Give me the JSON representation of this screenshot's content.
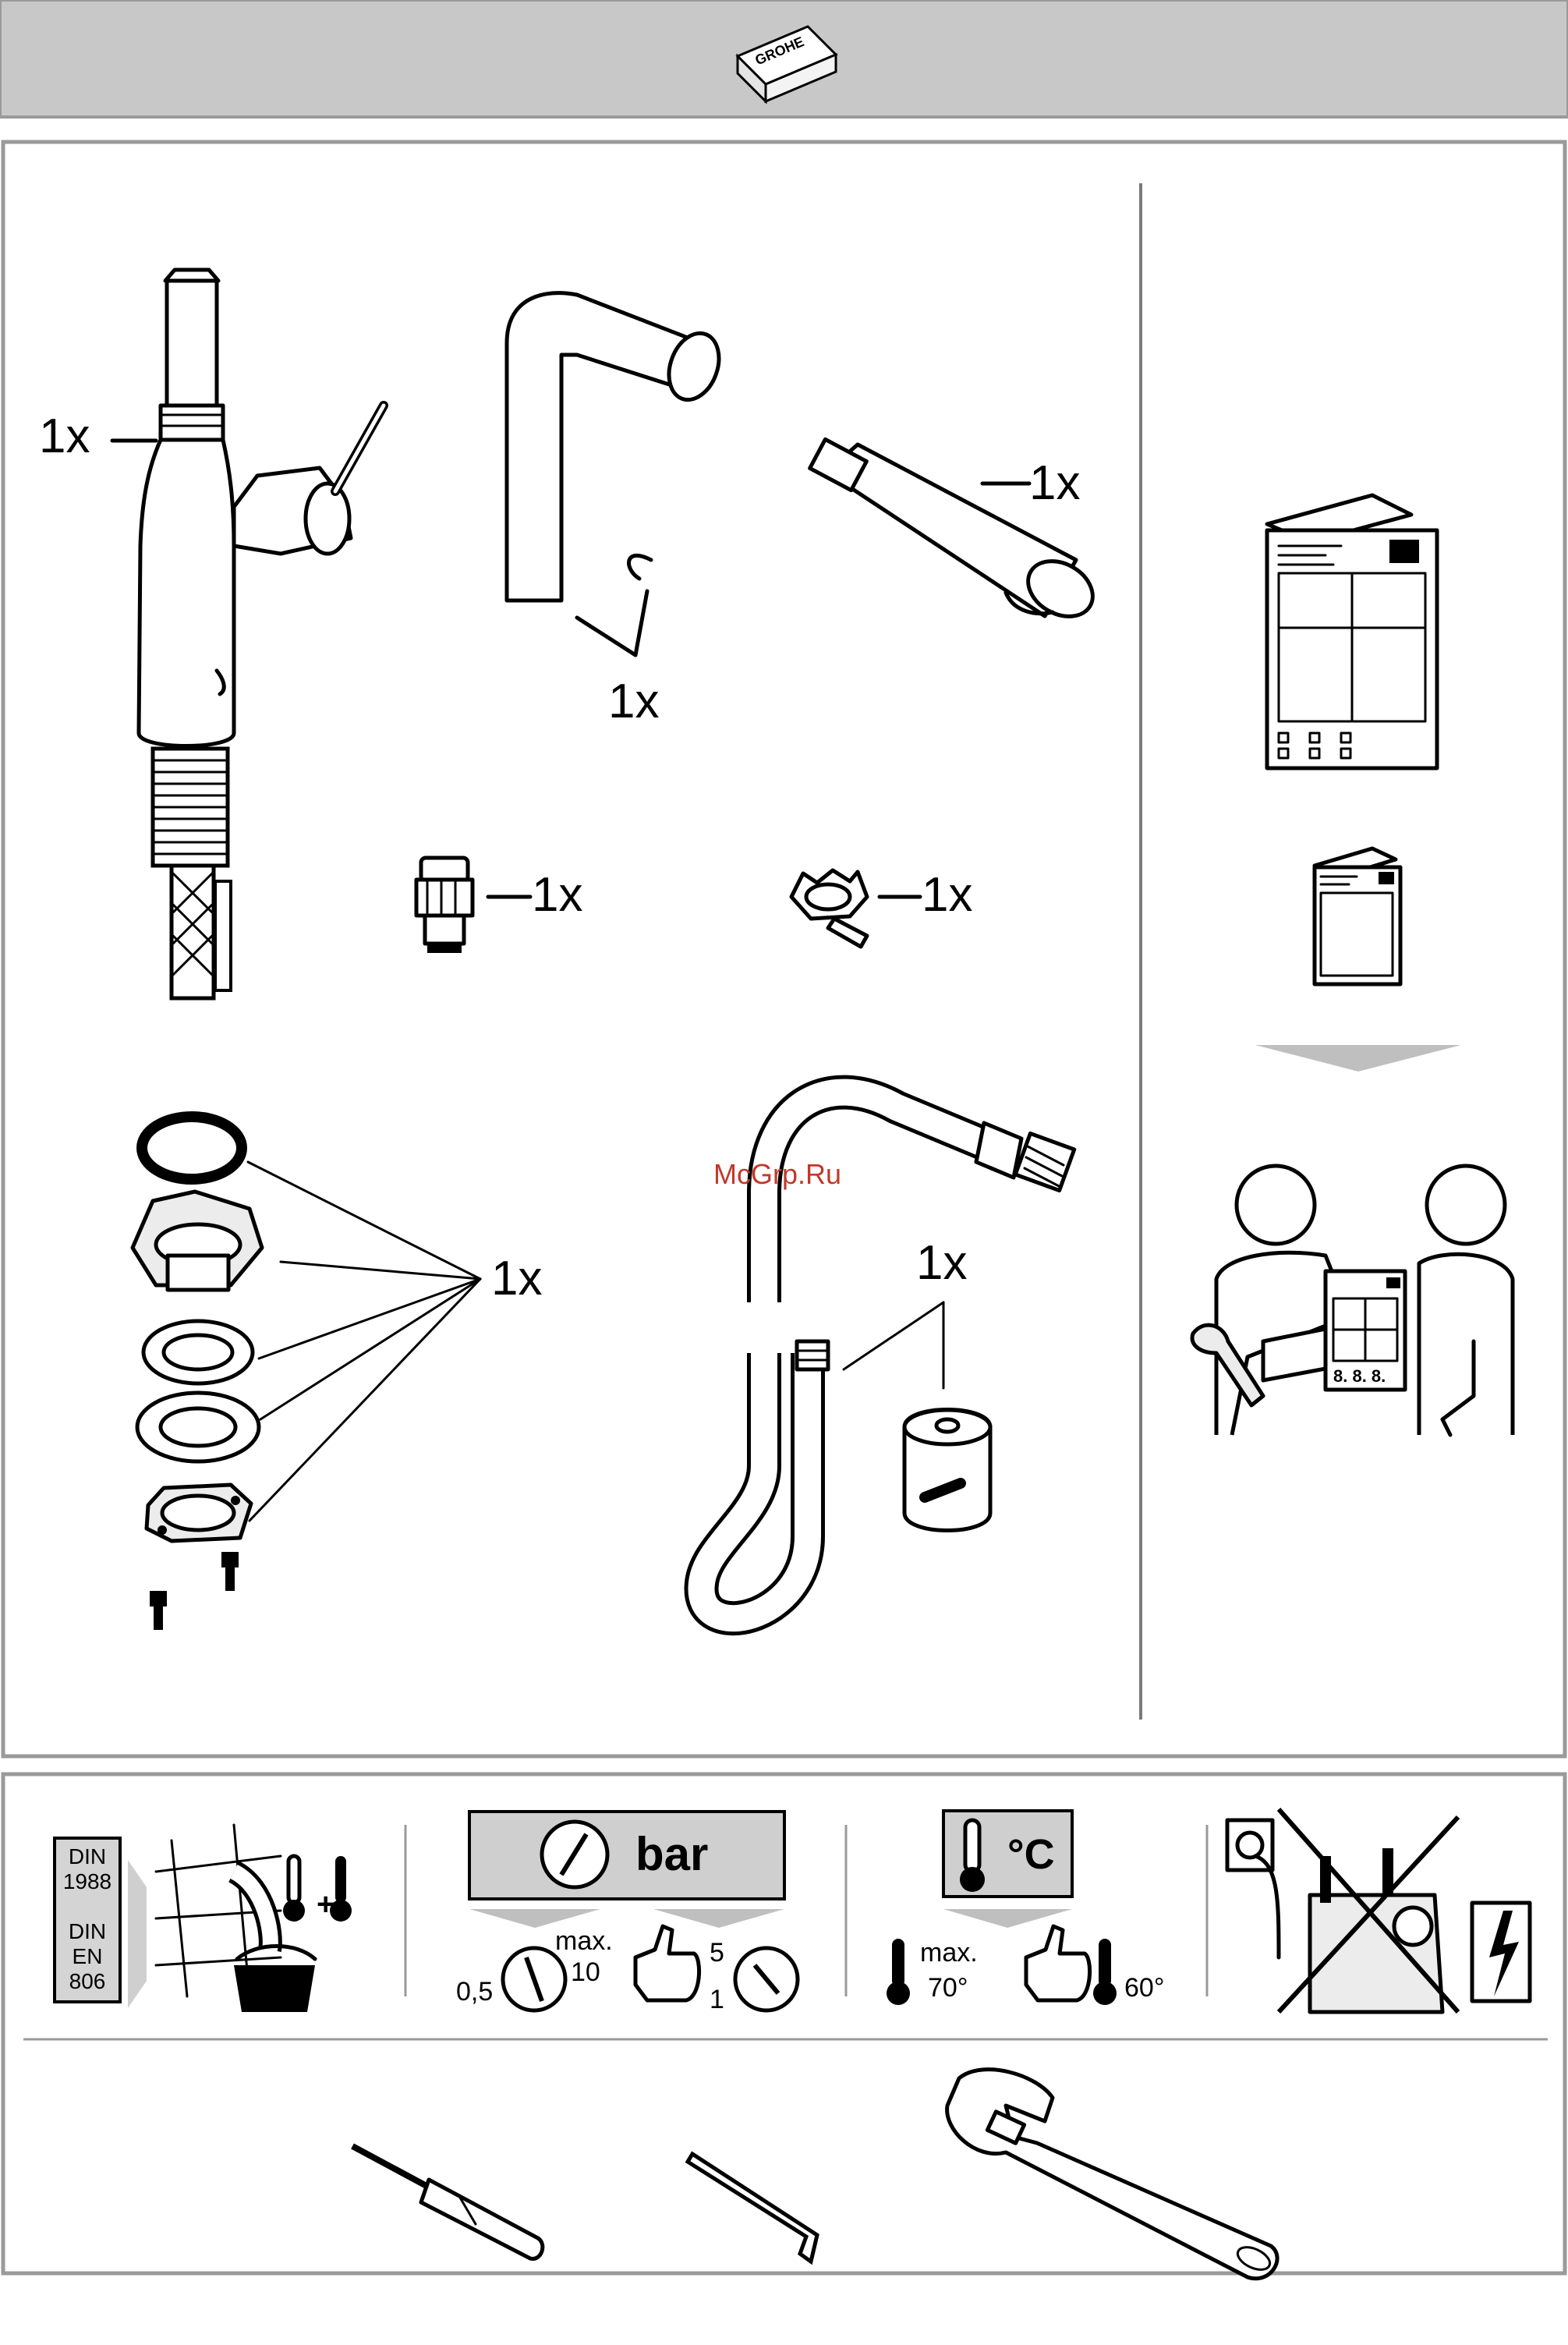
{
  "header": {
    "brand": "GROHE",
    "background": "#c8c8c8"
  },
  "parts": {
    "body_qty": "1x",
    "spout_ring_qty": "1x",
    "handle_qty": "1x",
    "aerator_qty": "1x",
    "clip_qty": "1x",
    "mounting_set_qty": "1x",
    "hose_weight_qty": "1x"
  },
  "watermark": "McGrp.Ru",
  "documents": {
    "sheet_labels": [
      "8. 8. 8."
    ]
  },
  "specs": {
    "din_labels": [
      "DIN",
      "1988",
      "DIN",
      "EN",
      "806"
    ],
    "pressure_unit": "bar",
    "pressure_max_label": "max.",
    "pressure_max_value": "10",
    "pressure_min_value": "0,5",
    "pressure_rec_high": "5",
    "pressure_rec_low": "1",
    "temp_unit": "°C",
    "temp_max_label": "max.",
    "temp_max_value": "70°",
    "temp_rec_value": "60°"
  },
  "colors": {
    "frame": "#9a9a9a",
    "panel_gray": "#cfcfcf",
    "ink": "#000000",
    "watermark": "#c0392b"
  },
  "tools": [
    "screwdriver-icon",
    "hex-key-icon",
    "adjustable-wrench-icon"
  ]
}
